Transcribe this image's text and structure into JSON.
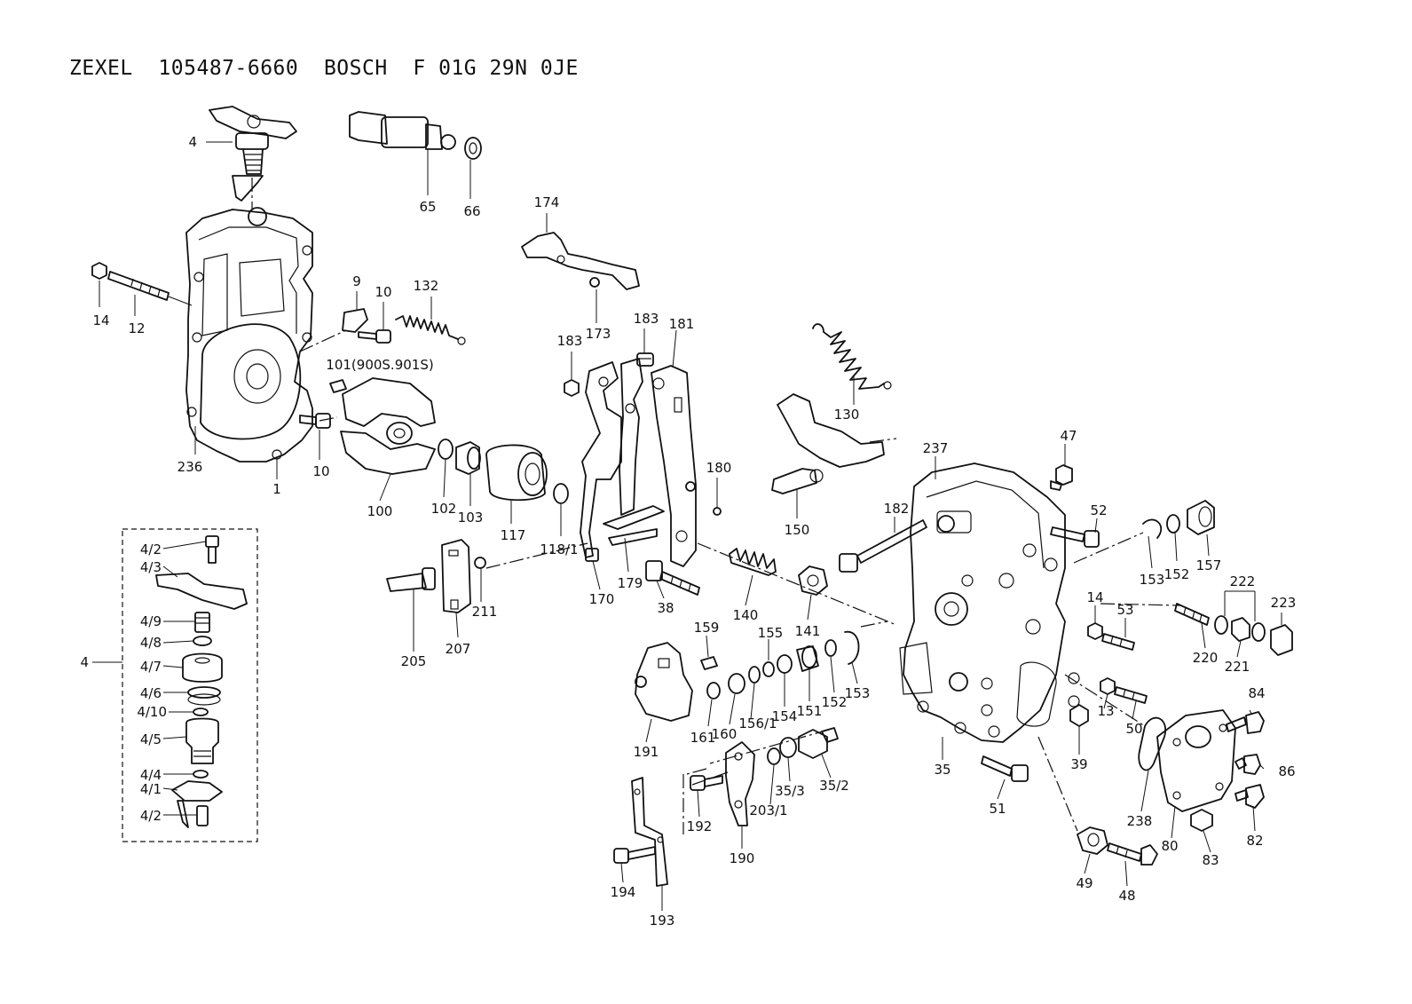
{
  "title": "ZEXEL  105487-6660  BOSCH  F 01G 29N 0JE",
  "callouts": [
    {
      "id": "c4",
      "text": "4"
    },
    {
      "id": "c65",
      "text": "65"
    },
    {
      "id": "c66",
      "text": "66"
    },
    {
      "id": "c174",
      "text": "174"
    },
    {
      "id": "c173",
      "text": "173"
    },
    {
      "id": "c14a",
      "text": "14"
    },
    {
      "id": "c12",
      "text": "12"
    },
    {
      "id": "c9",
      "text": "9"
    },
    {
      "id": "c10a",
      "text": "10"
    },
    {
      "id": "c132",
      "text": "132"
    },
    {
      "id": "c101",
      "text": "101(900S.901S)"
    },
    {
      "id": "c183a",
      "text": "183"
    },
    {
      "id": "c183b",
      "text": "183"
    },
    {
      "id": "c181",
      "text": "181"
    },
    {
      "id": "c130",
      "text": "130"
    },
    {
      "id": "c236",
      "text": "236"
    },
    {
      "id": "c1",
      "text": "1"
    },
    {
      "id": "c10b",
      "text": "10"
    },
    {
      "id": "c100",
      "text": "100"
    },
    {
      "id": "c102",
      "text": "102"
    },
    {
      "id": "c103",
      "text": "103"
    },
    {
      "id": "c117",
      "text": "117"
    },
    {
      "id": "c118",
      "text": "118/1"
    },
    {
      "id": "c180",
      "text": "180"
    },
    {
      "id": "c150",
      "text": "150"
    },
    {
      "id": "c237",
      "text": "237"
    },
    {
      "id": "c47",
      "text": "47"
    },
    {
      "id": "c182",
      "text": "182"
    },
    {
      "id": "c52",
      "text": "52"
    },
    {
      "id": "c153a",
      "text": "153"
    },
    {
      "id": "c152a",
      "text": "152"
    },
    {
      "id": "c157",
      "text": "157"
    },
    {
      "id": "c222",
      "text": "222"
    },
    {
      "id": "c223",
      "text": "223"
    },
    {
      "id": "c220",
      "text": "220"
    },
    {
      "id": "c221",
      "text": "221"
    },
    {
      "id": "c14b",
      "text": "14"
    },
    {
      "id": "c53",
      "text": "53"
    },
    {
      "id": "c211",
      "text": "211"
    },
    {
      "id": "c205",
      "text": "205"
    },
    {
      "id": "c207",
      "text": "207"
    },
    {
      "id": "c170",
      "text": "170"
    },
    {
      "id": "c179",
      "text": "179"
    },
    {
      "id": "c38",
      "text": "38"
    },
    {
      "id": "c140",
      "text": "140"
    },
    {
      "id": "c141",
      "text": "141"
    },
    {
      "id": "c159",
      "text": "159"
    },
    {
      "id": "c155",
      "text": "155"
    },
    {
      "id": "c191",
      "text": "191"
    },
    {
      "id": "c161",
      "text": "161"
    },
    {
      "id": "c160",
      "text": "160"
    },
    {
      "id": "c156",
      "text": "156/1"
    },
    {
      "id": "c154",
      "text": "154"
    },
    {
      "id": "c151",
      "text": "151"
    },
    {
      "id": "c152b",
      "text": "152"
    },
    {
      "id": "c153b",
      "text": "153"
    },
    {
      "id": "c13",
      "text": "13"
    },
    {
      "id": "c50",
      "text": "50"
    },
    {
      "id": "c39",
      "text": "39"
    },
    {
      "id": "c35",
      "text": "35"
    },
    {
      "id": "c84",
      "text": "84"
    },
    {
      "id": "c86",
      "text": "86"
    },
    {
      "id": "c51",
      "text": "51"
    },
    {
      "id": "c238",
      "text": "238"
    },
    {
      "id": "c80",
      "text": "80"
    },
    {
      "id": "c83",
      "text": "83"
    },
    {
      "id": "c82",
      "text": "82"
    },
    {
      "id": "c192",
      "text": "192"
    },
    {
      "id": "c203",
      "text": "203/1"
    },
    {
      "id": "c353",
      "text": "35/3"
    },
    {
      "id": "c352",
      "text": "35/2"
    },
    {
      "id": "c190",
      "text": "190"
    },
    {
      "id": "c194",
      "text": "194"
    },
    {
      "id": "c193",
      "text": "193"
    },
    {
      "id": "c49",
      "text": "49"
    },
    {
      "id": "c48",
      "text": "48"
    },
    {
      "id": "s42a",
      "text": "4/2"
    },
    {
      "id": "s43",
      "text": "4/3"
    },
    {
      "id": "s49",
      "text": "4/9"
    },
    {
      "id": "s48",
      "text": "4/8"
    },
    {
      "id": "s47",
      "text": "4/7"
    },
    {
      "id": "s46",
      "text": "4/6"
    },
    {
      "id": "s410",
      "text": "4/10"
    },
    {
      "id": "s45",
      "text": "4/5"
    },
    {
      "id": "s44",
      "text": "4/4"
    },
    {
      "id": "s41",
      "text": "4/1"
    },
    {
      "id": "s42b",
      "text": "4/2"
    },
    {
      "id": "s4",
      "text": "4"
    }
  ]
}
